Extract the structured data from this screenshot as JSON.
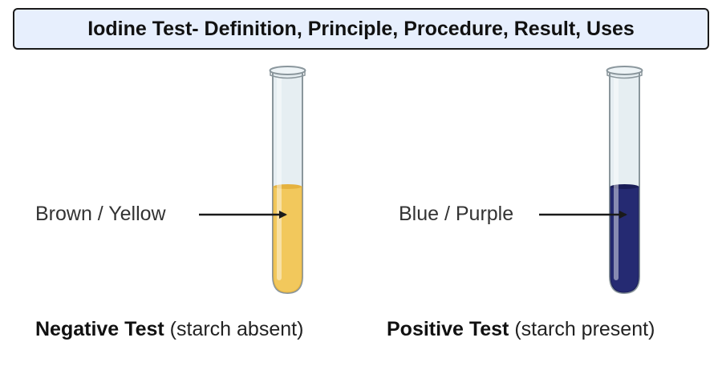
{
  "title": "Iodine Test- Definition, Principle, Procedure, Result, Uses",
  "tubes": [
    {
      "color_label": "Brown / Yellow",
      "result": "Negative Test",
      "note": "(starch absent)",
      "liquid_color": "#f2c85c",
      "liquid_edge_color": "#e5b23f"
    },
    {
      "color_label": "Blue / Purple",
      "result": "Positive Test",
      "note": "(starch present)",
      "liquid_color": "#252a72",
      "liquid_edge_color": "#1a1d58"
    }
  ],
  "colors": {
    "title_bg": "#e7effd",
    "glass": "#e6eef2",
    "glass_outline": "#8a969c",
    "arrow": "#1a1a1a"
  }
}
